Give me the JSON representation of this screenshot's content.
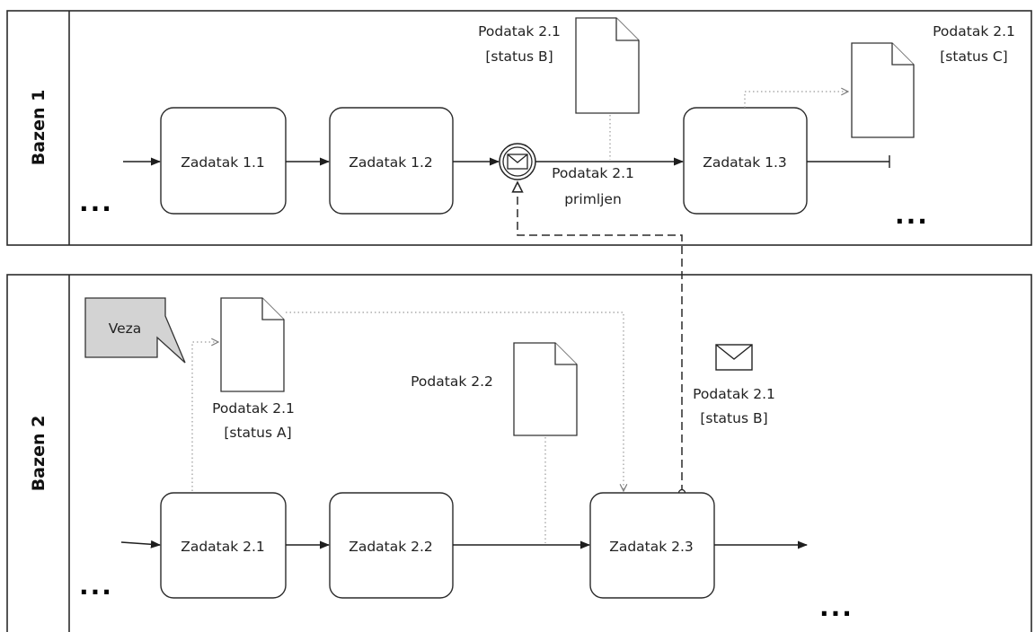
{
  "pools": [
    {
      "label": "Bazen 1"
    },
    {
      "label": "Bazen 2"
    }
  ],
  "tasks": {
    "t11": "Zadatak 1.1",
    "t12": "Zadatak 1.2",
    "t13": "Zadatak 1.3",
    "t21": "Zadatak 2.1",
    "t22": "Zadatak 2.2",
    "t23": "Zadatak 2.3"
  },
  "data_objects": {
    "d21b_name": "Podatak 2.1",
    "d21b_status": "[status B]",
    "d21c_name": "Podatak 2.1",
    "d21c_status": "[status C]",
    "d21a_name": "Podatak 2.1",
    "d21a_status": "[status A]",
    "d22_name": "Podatak 2.2"
  },
  "event": {
    "line1": "Podatak 2.1",
    "line2": "primljen"
  },
  "message": {
    "line1": "Podatak 2.1",
    "line2": "[status B]"
  },
  "annotation": "Veza",
  "ellipsis": "..."
}
